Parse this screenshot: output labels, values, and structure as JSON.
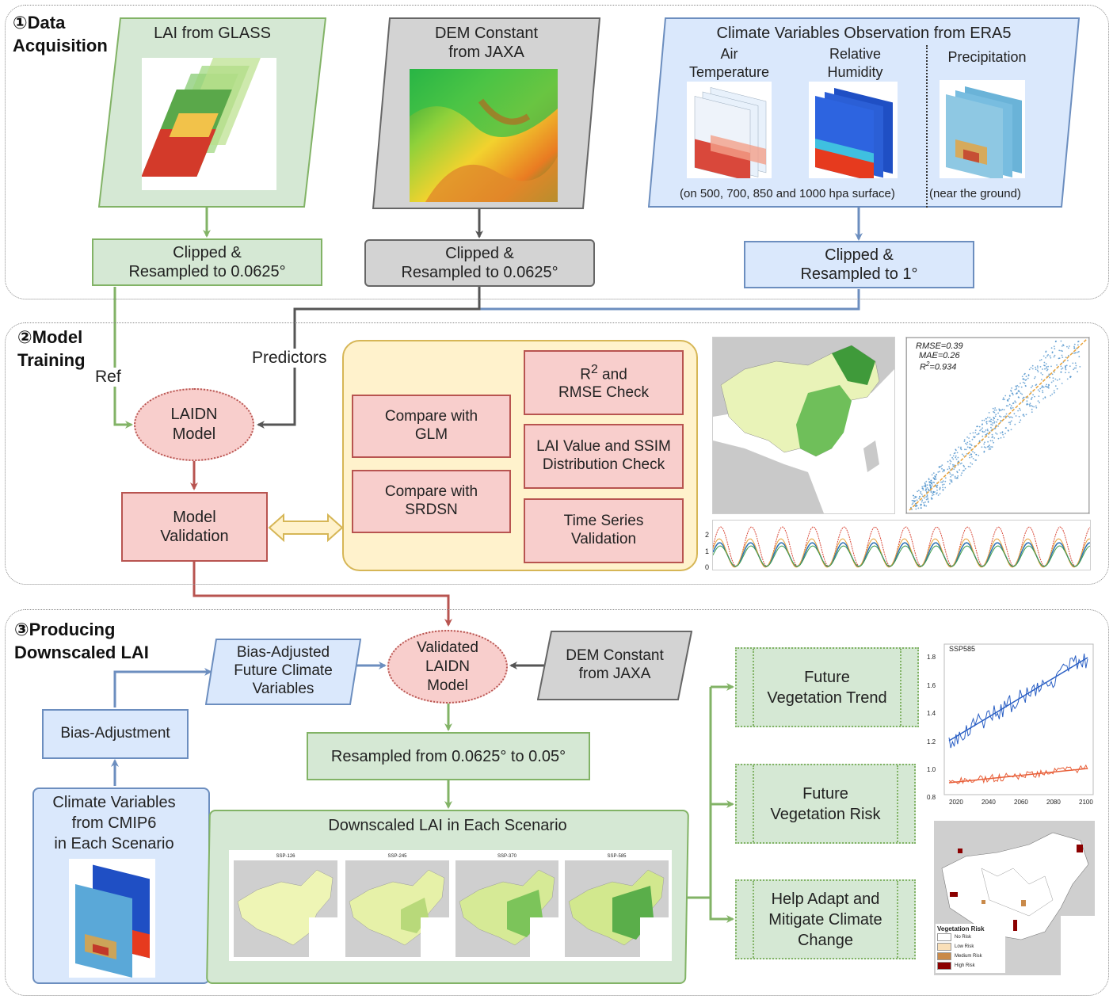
{
  "sections": {
    "acquisition": {
      "title": "①Data\nAcquisition"
    },
    "training": {
      "title": "②Model\nTraining"
    },
    "producing": {
      "title": "③Producing\nDownscaled LAI"
    }
  },
  "acquisition": {
    "glass": {
      "label": "LAI from GLASS"
    },
    "dem": {
      "label": "DEM Constant\nfrom JAXA"
    },
    "era5": {
      "label": "Climate Variables Observation from ERA5",
      "air_temp": "Air\nTemperature",
      "humidity": "Relative\nHumidity",
      "precip": "Precipitation",
      "note_pressure": "(on 500, 700, 850 and 1000 hpa surface)",
      "note_ground": "(near the  ground)"
    },
    "clip_glass": "Clipped &\nResampled to 0.0625°",
    "clip_dem": "Clipped &\nResampled to 0.0625°",
    "clip_era5": "Clipped &\nResampled to 1°"
  },
  "training": {
    "ref_label": "Ref",
    "predictors_label": "Predictors",
    "laidn": "LAIDN\nModel",
    "validation": "Model\nValidation",
    "checks": {
      "glm": "Compare with\nGLM",
      "srdsn": "Compare with\nSRDSN",
      "r2_prefix": "R",
      "r2_sup": "2",
      "r2_suffix": " and\nRMSE Check",
      "ssim": "LAI Value and SSIM\nDistribution Check",
      "timeseries": "Time Series\nValidation"
    },
    "scatter_stats": {
      "rmse": "RMSE=0.39",
      "mae": "MAE=0.26",
      "r2_prefix": "R",
      "r2_sup": "2",
      "r2_value": "=0.934"
    },
    "timeseries_ticks": [
      "2",
      "1",
      "0"
    ]
  },
  "producing": {
    "bias_adjusted": "Bias-Adjusted\nFuture Climate\nVariables",
    "validated": "Validated\nLAIDN\nModel",
    "dem": "DEM Constant\nfrom JAXA",
    "bias_adjustment": "Bias-Adjustment",
    "resampled": "Resampled from 0.0625° to 0.05°",
    "cmip6": "Climate Variables\nfrom CMIP6\nin Each Scenario",
    "downscaled": {
      "label": "Downscaled LAI in Each Scenario",
      "maps": [
        "SSP-126",
        "SSP-245",
        "SSP-370",
        "SSP-585"
      ]
    },
    "trend": "Future\nVegetation Trend",
    "risk": "Future\nVegetation Risk",
    "adapt": "Help Adapt and\nMitigate Climate\nChange"
  },
  "trend_chart": {
    "title": "SSP585",
    "x_ticks": [
      "2020",
      "2040",
      "2060",
      "2080",
      "2100"
    ],
    "y_ticks": [
      "1.8",
      "1.6",
      "1.4",
      "1.2",
      "1.0",
      "0.8"
    ]
  },
  "risk_map": {
    "legend_title": "Vegetation Risk",
    "legend": [
      {
        "label": "No Risk",
        "color": "#ffffff"
      },
      {
        "label": "Low Risk",
        "color": "#f9dfb8"
      },
      {
        "label": "Medium Risk",
        "color": "#c98a4a"
      },
      {
        "label": "High Risk",
        "color": "#8b0000"
      }
    ]
  },
  "colors": {
    "green": "#82b366",
    "gray": "#666666",
    "blue": "#6c8ebf",
    "red": "#b85450",
    "orange": "#d6b656"
  }
}
